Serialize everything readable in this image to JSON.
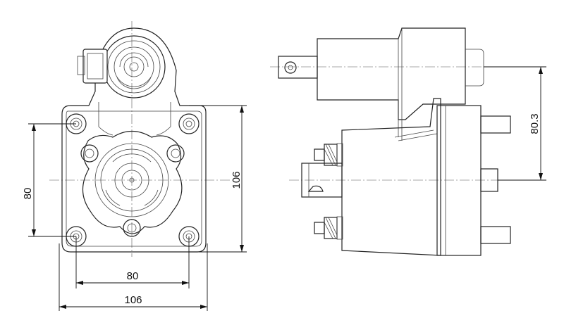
{
  "dimensions": {
    "front_horizontal_inner": "80",
    "front_horizontal_outer": "106",
    "front_vertical_inner": "80",
    "front_vertical_outer": "106",
    "side_offset": "80.3"
  },
  "colors": {
    "line": "#222222",
    "background": "#ffffff"
  }
}
